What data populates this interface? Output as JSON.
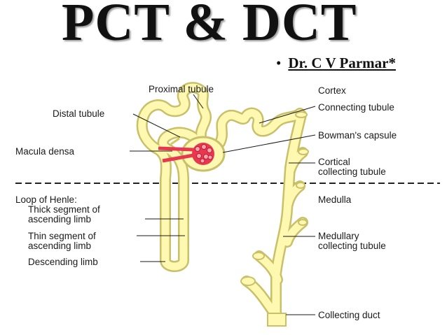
{
  "slide": {
    "title": "PCT & DCT",
    "bullet": "•",
    "author": "Dr. C V Parmar*"
  },
  "diagram": {
    "labels": {
      "proximal_tubule": "Proximal tubule",
      "distal_tubule": "Distal tubule",
      "macula_densa": "Macula densa",
      "loop_of_henle": "Loop of Henle:",
      "thick_segment_line1": "Thick segment of",
      "thick_segment_line2": "ascending limb",
      "thin_segment_line1": "Thin segment of",
      "thin_segment_line2": "ascending limb",
      "descending_limb": "Descending limb",
      "cortex": "Cortex",
      "connecting_tubule": "Connecting tubule",
      "bowmans_capsule": "Bowman's capsule",
      "cortical_collecting_line1": "Cortical",
      "cortical_collecting_line2": "collecting tubule",
      "medulla": "Medulla",
      "medullary_collecting_line1": "Medullary",
      "medullary_collecting_line2": "collecting tubule",
      "collecting_duct": "Collecting duct"
    },
    "colors": {
      "tubule_fill": "#fff8b0",
      "tubule_outline": "#c9c06a",
      "glomerulus": "#e8384f",
      "arteriole": "#e8384f",
      "divider": "#222222"
    }
  }
}
